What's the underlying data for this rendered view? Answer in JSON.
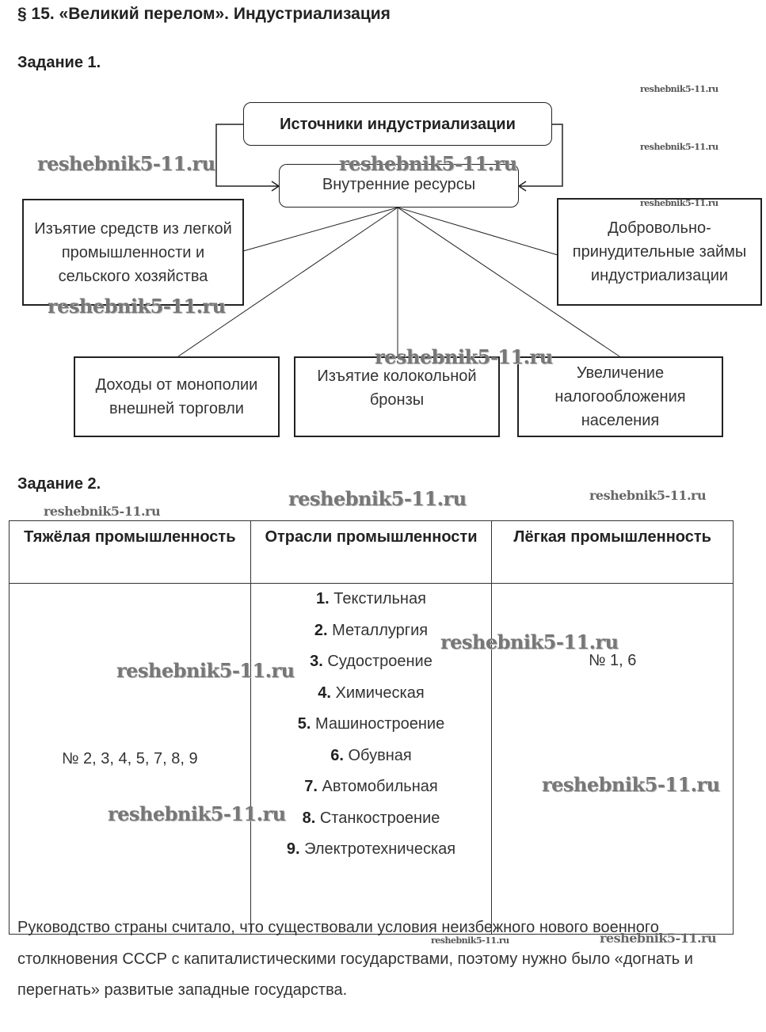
{
  "page": {
    "title": "§ 15. «Великий перелом». Индустриализация"
  },
  "task1": {
    "label": "Задание 1.",
    "diagram": {
      "root": "Источники индустриализации",
      "center": "Внутренние ресурсы",
      "left_box": "Изъятие средств из легкой промышленности и сельского хозяйства",
      "right_box": "Добровольно-принудительные займы индустриализации",
      "bottom_boxes": [
        "Доходы от монополии внешней торговли",
        "Изъятие колокольной бронзы",
        "Увеличение налогообложения населения"
      ]
    }
  },
  "task2": {
    "label": "Задание 2.",
    "table": {
      "headers": [
        "Тяжёлая промышленность",
        "Отрасли промышленности",
        "Лёгкая промышленность"
      ],
      "heavy": "№ 2, 3, 4, 5, 7, 8, 9",
      "light": "№ 1, 6",
      "branches": [
        {
          "num": "1.",
          "name": "Текстильная"
        },
        {
          "num": "2.",
          "name": "Металлургия"
        },
        {
          "num": "3.",
          "name": "Судостроение"
        },
        {
          "num": "4.",
          "name": "Химическая"
        },
        {
          "num": "5.",
          "name": "Машиностроение"
        },
        {
          "num": "6.",
          "name": "Обувная"
        },
        {
          "num": "7.",
          "name": "Автомобильная"
        },
        {
          "num": "8.",
          "name": "Станкостроение"
        },
        {
          "num": "9.",
          "name": "Электротехническая"
        }
      ]
    }
  },
  "conclusion": "Руководство страны считало, что существовали условия неизбежного нового военного столкновения СССР с капиталистическими государствами, поэтому нужно было «догнать и перегнать» развитые западные государства.",
  "watermark": "reshebnik5-11.ru"
}
